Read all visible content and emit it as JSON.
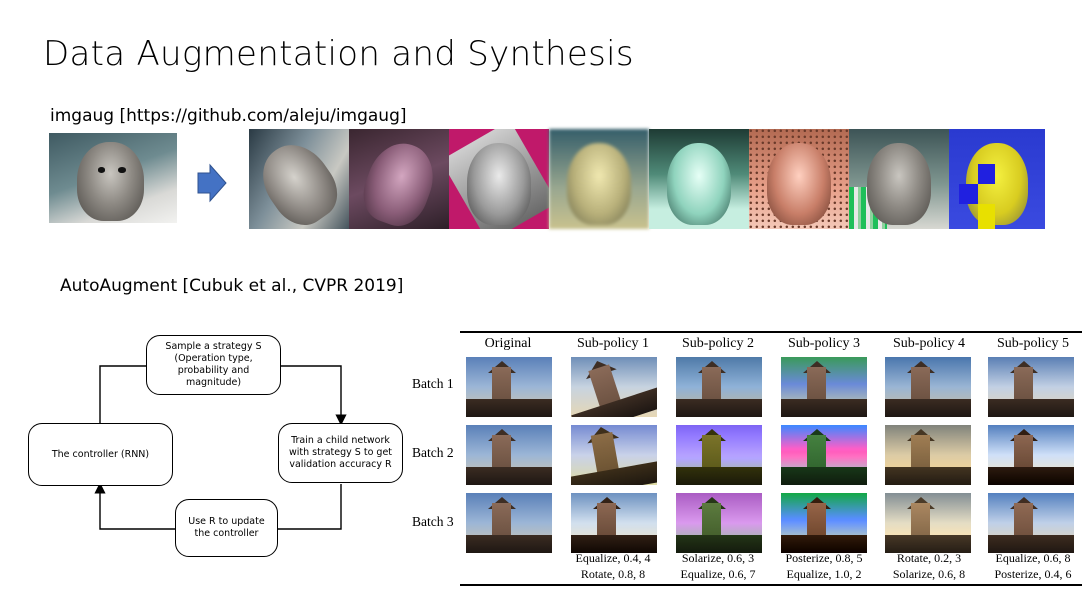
{
  "slide": {
    "title": "Data Augmentation and Synthesis",
    "imgaug_label": "imgaug [https://github.com/aleju/imgaug]",
    "autoaugment_label": "AutoAugment [Cubuk et al., CVPR 2019]"
  },
  "flow": {
    "sample": "Sample a strategy S (Operation type, probability and magnitude)",
    "train": "Train a child network with strategy S to get validation accuracy R",
    "update": "Use R to update the controller",
    "controller": "The controller (RNN)"
  },
  "table": {
    "columns": [
      "Original",
      "Sub-policy 1",
      "Sub-policy 2",
      "Sub-policy 3",
      "Sub-policy 4",
      "Sub-policy 5"
    ],
    "rows": [
      "Batch 1",
      "Batch 2",
      "Batch 3"
    ],
    "captions": [
      {
        "line1": "Equalize, 0.4, 4",
        "line2": "Rotate, 0.8, 8"
      },
      {
        "line1": "Solarize, 0.6, 3",
        "line2": "Equalize, 0.6, 7"
      },
      {
        "line1": "Posterize, 0.8, 5",
        "line2": "Equalize, 1.0, 2"
      },
      {
        "line1": "Rotate, 0.2, 3",
        "line2": "Solarize, 0.6, 8"
      },
      {
        "line1": "Equalize, 0.6, 8",
        "line2": "Posterize, 0.4, 6"
      }
    ]
  },
  "colors": {
    "arrow_blue": "#4472c4",
    "magenta": "#c0196a",
    "yellow": "#e8e000",
    "blue": "#2020e0"
  }
}
